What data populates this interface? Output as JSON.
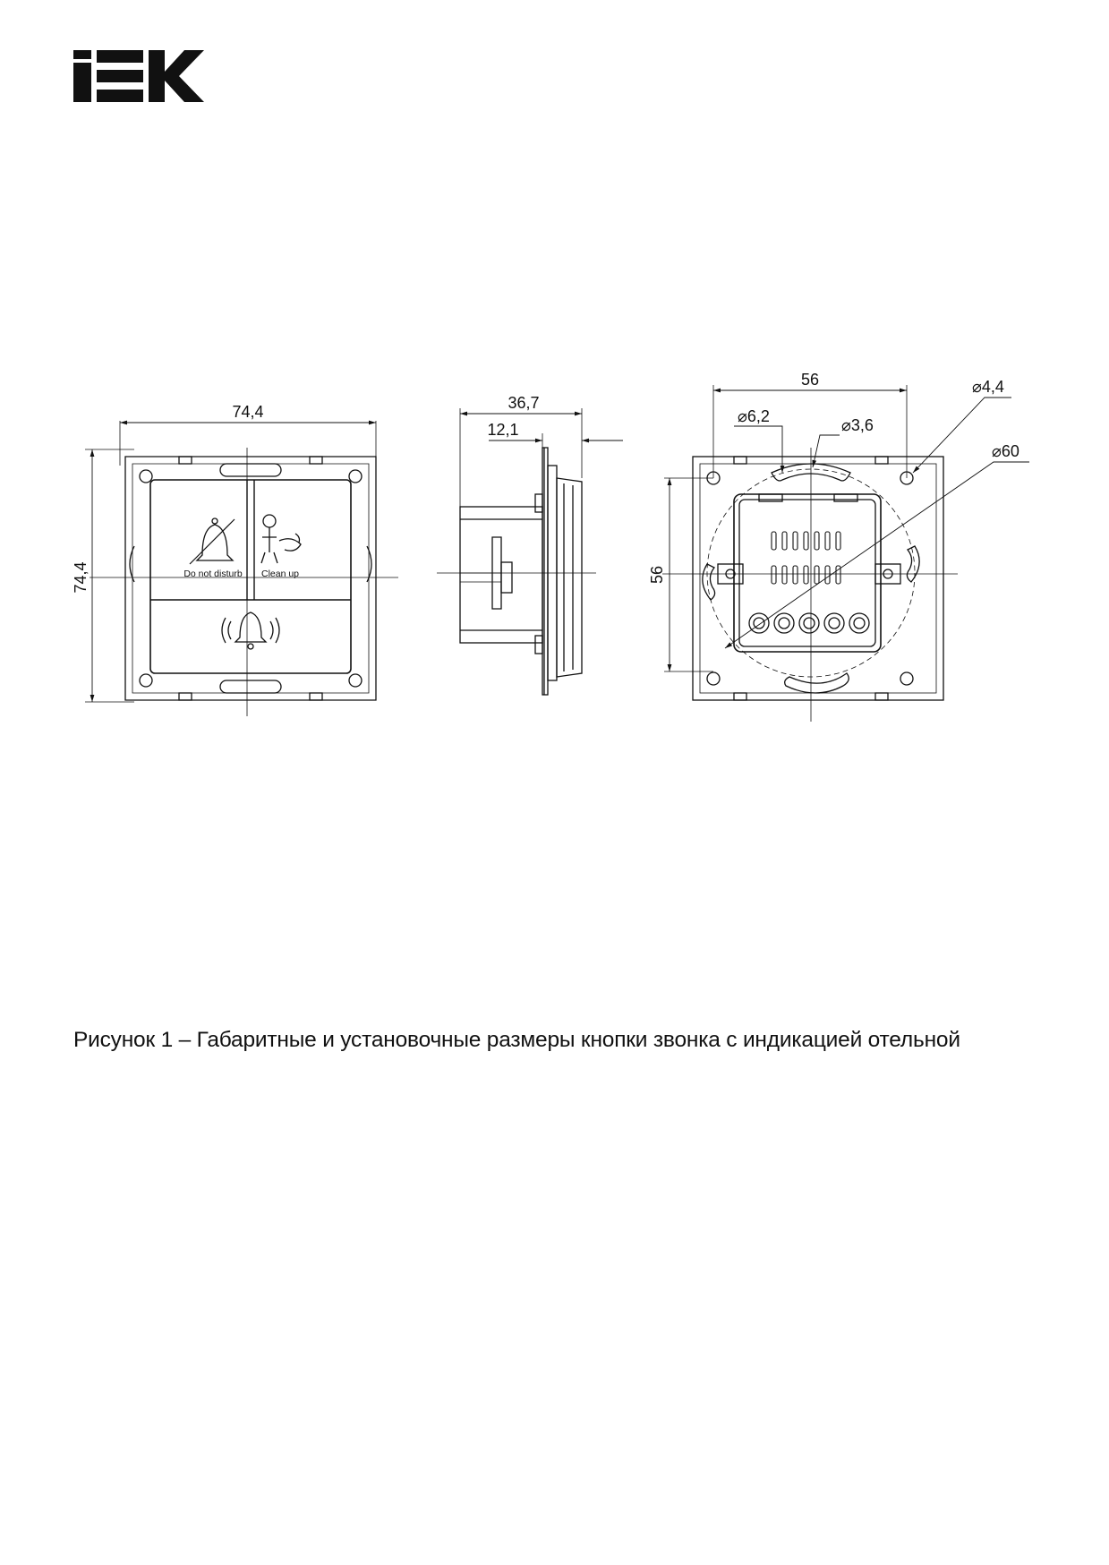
{
  "logo": {
    "text": "IEK"
  },
  "views": {
    "front": {
      "width_label": "74,4",
      "height_label": "74,4",
      "key_left_label": "Do not disturb",
      "key_right_label": "Clean up"
    },
    "side": {
      "depth_label": "36,7",
      "protrusion_label": "12,1"
    },
    "back": {
      "spacing_h_label": "56",
      "spacing_v_label": "56",
      "hole_44_label": "⌀4,4",
      "hole_62_label": "⌀6,2",
      "hole_36_label": "⌀3,6",
      "circle_60_label": "⌀60"
    }
  },
  "caption": "Рисунок 1 – Габаритные и установочные размеры кнопки звонка с индикацией отельной"
}
